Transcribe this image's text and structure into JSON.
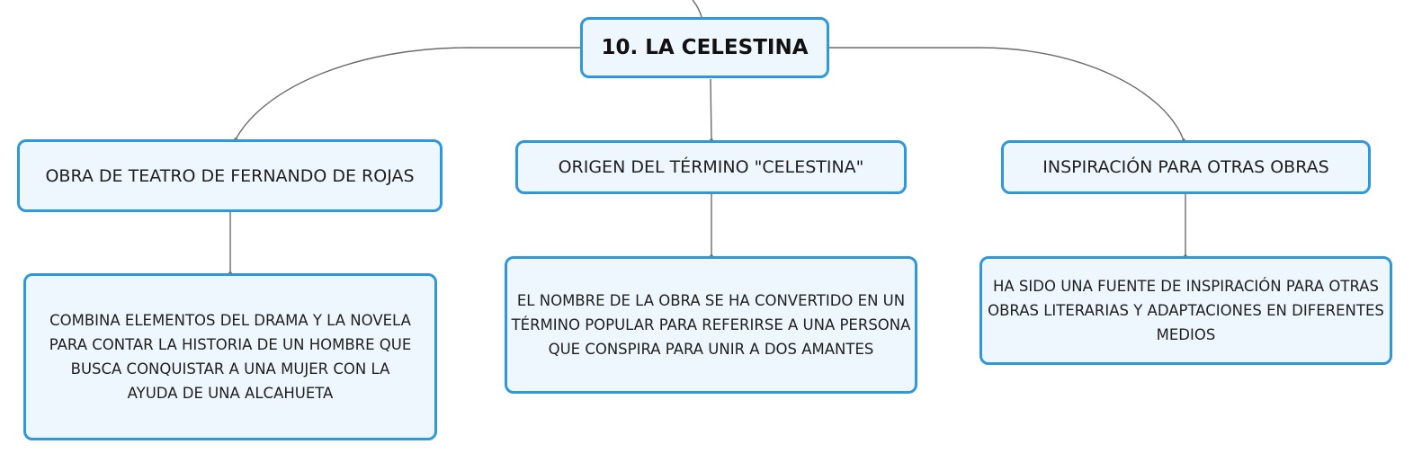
{
  "colors": {
    "node_border": "#2f98dc",
    "node_fill": "#eef7fd",
    "connector": "#6b6b6b"
  },
  "root": {
    "label": "10. LA CELESTINA"
  },
  "topics": [
    {
      "label": "OBRA DE TEATRO DE FERNANDO DE ROJAS"
    },
    {
      "label": "ORIGEN DEL TÉRMINO \"CELESTINA\""
    },
    {
      "label": "INSPIRACIÓN PARA OTRAS OBRAS"
    }
  ],
  "details": [
    {
      "label": "COMBINA ELEMENTOS DEL DRAMA Y LA NOVELA PARA CONTAR LA HISTORIA DE UN HOMBRE QUE BUSCA CONQUISTAR A UNA MUJER CON LA AYUDA DE UNA ALCAHUETA"
    },
    {
      "label": "EL NOMBRE DE LA OBRA SE HA CONVERTIDO EN UN TÉRMINO POPULAR PARA REFERIRSE A UNA PERSONA QUE CONSPIRA PARA UNIR A DOS AMANTES"
    },
    {
      "label": "HA SIDO UNA FUENTE DE INSPIRACIÓN PARA OTRAS OBRAS LITERARIAS Y ADAPTACIONES EN DIFERENTES MEDIOS"
    }
  ]
}
